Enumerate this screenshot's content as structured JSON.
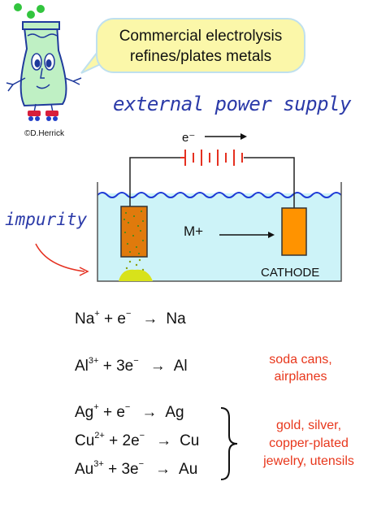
{
  "bubble": {
    "line1": "Commercial electrolysis",
    "line2": "refines/plates metals"
  },
  "credit": "©D.Herrick",
  "labels": {
    "external_power": "external power supply",
    "impurity": "impurity",
    "electron": "e⁻",
    "metal_ion": "M+",
    "cathode": "CATHODE"
  },
  "equations": [
    {
      "lhs_a": "Na",
      "lhs_a_sup": "+",
      "plus": " + ",
      "lhs_b": "e",
      "lhs_b_sup": "−",
      "arrow": "→",
      "product": "Na"
    },
    {
      "lhs_a": "Al",
      "lhs_a_sup": "3+",
      "plus": " + ",
      "lhs_b": "3e",
      "lhs_b_sup": "−",
      "arrow": "→",
      "product": "Al"
    },
    {
      "lhs_a": "Ag",
      "lhs_a_sup": "+",
      "plus": " + ",
      "lhs_b": "e",
      "lhs_b_sup": "−",
      "arrow": "→",
      "product": "Ag"
    },
    {
      "lhs_a": "Cu",
      "lhs_a_sup": "2+",
      "plus": " + ",
      "lhs_b": "2e",
      "lhs_b_sup": "−",
      "arrow": "→",
      "product": "Cu"
    },
    {
      "lhs_a": "Au",
      "lhs_a_sup": "3+",
      "plus": " + ",
      "lhs_b": "3e",
      "lhs_b_sup": "−",
      "arrow": "→",
      "product": "Au"
    }
  ],
  "notes": {
    "aluminum": {
      "line1": "soda cans,",
      "line2": "airplanes"
    },
    "precious": {
      "line1": "gold, silver,",
      "line2": "copper-plated",
      "line3": "jewelry, utensils"
    }
  },
  "colors": {
    "electrolyte": "#cdf3f8",
    "wave": "#1e3ad6",
    "anode": "#e07a0c",
    "cathode": "#ff9300",
    "sludge": "#d8e21a",
    "battery": "#e53020",
    "note_text": "#e8371c",
    "label_blue": "#2b3aa8",
    "bubble_fill": "#fbf7a9"
  },
  "icons": [
    "flask-mascot-icon",
    "battery-icon",
    "electron-flow-arrow-icon",
    "ion-flow-arrow-icon",
    "impurity-pointer-arrow-icon",
    "brace-icon"
  ]
}
